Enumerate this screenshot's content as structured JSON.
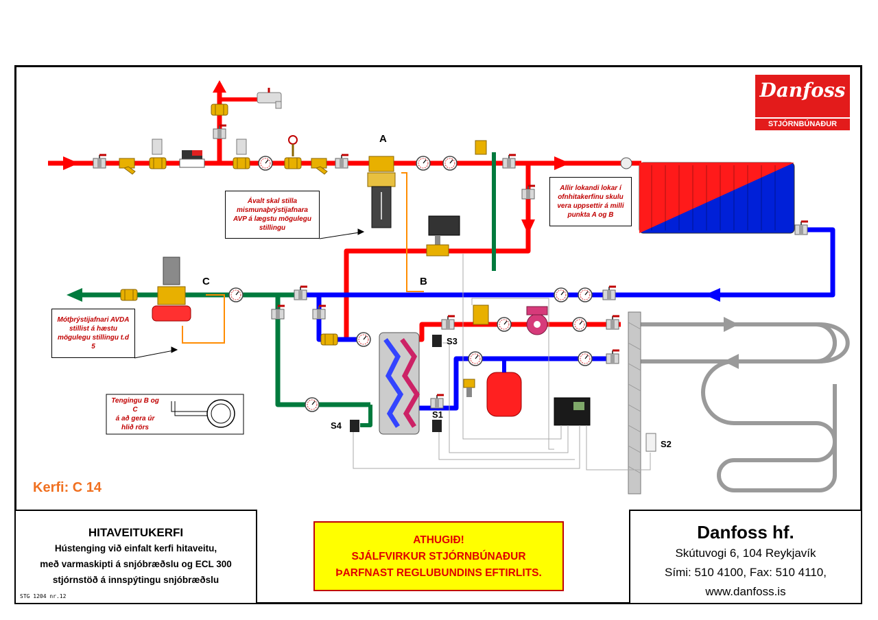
{
  "logo": {
    "wordmark": "Danfoss",
    "subtitle": "STJÓRNBÚNAÐUR",
    "color": "#e31b1b"
  },
  "colors": {
    "supply": "#ff0000",
    "return": "#0000ff",
    "district_return": "#007a3d",
    "snowmelt": "#9a9a9a",
    "signal": "#ff8c00",
    "valve": "#e8b000"
  },
  "points": {
    "a": "A",
    "b": "B",
    "c": "C"
  },
  "sensors": {
    "s1": "S1",
    "s2": "S2",
    "s3": "S3",
    "s4": "S4"
  },
  "notes": {
    "avp": "Ávalt skal stilla\nmismunaþrýstijafnara\nAVP á lægstu mögulegu\nstillingu",
    "radiator": "Allir lokandi lokar í\nofnhitakerfinu skulu\nvera uppsettir á milli\npunkta  A og B",
    "avda": "Mótþrýstijafnari AVDA\nstillist á hæstu\nmögulegu stillingu t.d 5",
    "connection": "Tengingu  B og C\ná að gera úr\nhlið  rörs"
  },
  "system_label": "Kerfi: C 14",
  "title_block": {
    "title": "HITAVEITUKERFI",
    "lines": [
      "Hústenging við einfalt kerfi hitaveitu,",
      "með varmaskipti á snjóbræðslu og ECL 300",
      "stjórnstöð á innspýtingu snjóbræðslu"
    ],
    "doc_ref": "STG 1204 nr.12"
  },
  "warning": {
    "lines": [
      "ATHUGIÐ!",
      "SJÁLFVIRKUR STJÓRNBÚNAÐUR",
      "ÞARFNAST REGLUBUNDINS EFTIRLITS."
    ]
  },
  "company": {
    "name": "Danfoss hf.",
    "address": "Skútuvogi 6,  104 Reykjavík",
    "phone": "Sími: 510 4100,  Fax: 510 4110,",
    "web": "www.danfoss.is"
  }
}
